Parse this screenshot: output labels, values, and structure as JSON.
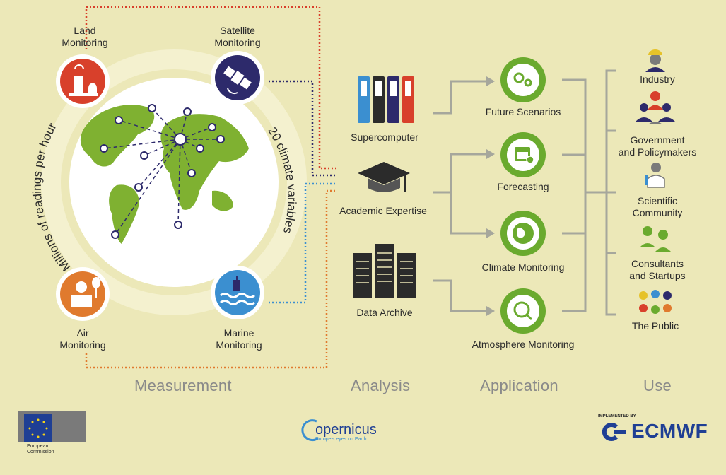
{
  "measurement": {
    "land": "Land\nMonitoring",
    "satellite": "Satellite\nMonitoring",
    "air": "Air\nMonitoring",
    "marine": "Marine\nMonitoring",
    "ring_left": "Millions of readings per hour",
    "ring_right": "20 climate variables"
  },
  "analysis": {
    "supercomputer": "Supercomputer",
    "academic": "Academic Expertise",
    "archive": "Data Archive"
  },
  "application": {
    "future": "Future Scenarios",
    "forecasting": "Forecasting",
    "climate": "Climate Monitoring",
    "atmosphere": "Atmosphere Monitoring"
  },
  "use": {
    "industry": "Industry",
    "government": "Government\nand Policymakers",
    "scientific": "Scientific\nCommunity",
    "consultants": "Consultants\nand Startups",
    "public": "The Public"
  },
  "sections": {
    "measurement": "Measurement",
    "analysis": "Analysis",
    "application": "Application",
    "use": "Use"
  },
  "logos": {
    "ec": "European\nCommission",
    "copernicus": "opernicus",
    "copernicus_tag": "Europe's eyes on Earth",
    "ecmwf_small": "IMPLEMENTED BY",
    "ecmwf": "ECMWF"
  },
  "colors": {
    "background": "#ece8b8",
    "land": "#d8402b",
    "satellite": "#2d2a6b",
    "air": "#e07a2e",
    "marine": "#3b8fd0",
    "globe_land": "#7fb131",
    "app_green": "#6aaa2e",
    "connector": "#a6a79c"
  }
}
